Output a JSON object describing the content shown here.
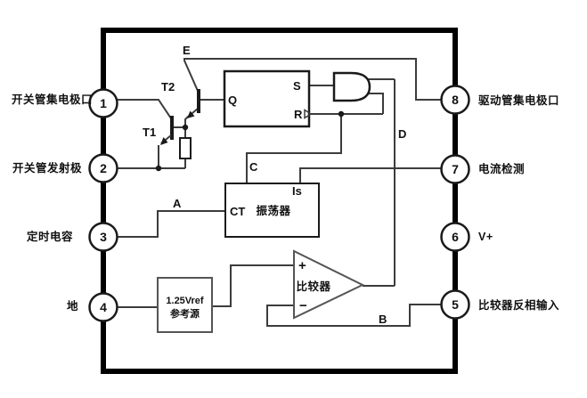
{
  "diagram": {
    "pins_left": [
      {
        "num": "1",
        "label": "开关管集电极口"
      },
      {
        "num": "2",
        "label": "开关管发射极"
      },
      {
        "num": "3",
        "label": "定时电容"
      },
      {
        "num": "4",
        "label": "地"
      }
    ],
    "pins_right": [
      {
        "num": "8",
        "label": "驱动管集电极口"
      },
      {
        "num": "7",
        "label": "电流检测"
      },
      {
        "num": "6",
        "label": "V+"
      },
      {
        "num": "5",
        "label": "比较器反相输入"
      }
    ],
    "blocks": {
      "flipflop": {
        "q": "Q",
        "s": "S",
        "r": "R"
      },
      "oscillator": {
        "ct": "CT",
        "name": "振荡器",
        "is_label": "Is"
      },
      "vref": {
        "line1": "1.25Vref",
        "line2": "参考源"
      },
      "comparator": {
        "name": "比较器",
        "plus": "+",
        "minus": "−"
      }
    },
    "transistors": {
      "t1": "T1",
      "t2": "T2"
    },
    "net_labels": {
      "e": "E",
      "c": "C",
      "d": "D",
      "a": "A",
      "b": "B"
    },
    "colors": {
      "background": "#ffffff",
      "border": "#000000",
      "wire": "#3c3c3c",
      "component_stroke": "#1a1a1a",
      "text": "#111111"
    }
  }
}
